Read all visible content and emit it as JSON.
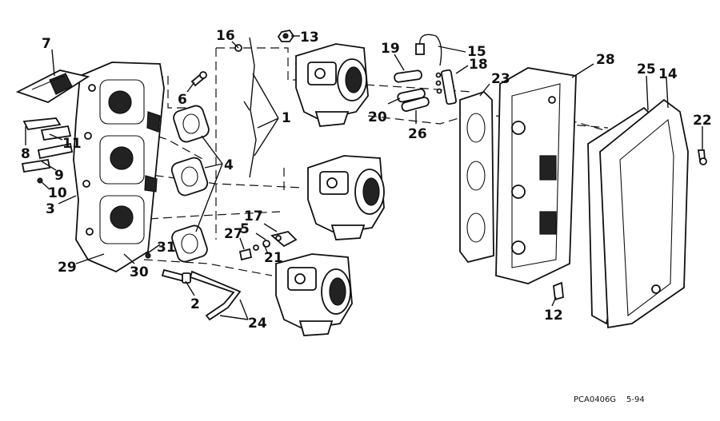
{
  "callouts": {
    "c1": "1",
    "c2": "2",
    "c3": "3",
    "c4": "4",
    "c5": "5",
    "c6": "6",
    "c7": "7",
    "c8": "8",
    "c9": "9",
    "c10": "10",
    "c11": "11",
    "c12": "12",
    "c13": "13",
    "c14": "14",
    "c15": "15",
    "c16": "16",
    "c17": "17",
    "c18": "18",
    "c19": "19",
    "c20": "20",
    "c21": "21",
    "c22": "22",
    "c23": "23",
    "c24": "24",
    "c25": "25",
    "c26": "26",
    "c27": "27",
    "c28": "28",
    "c29": "29",
    "c30": "30",
    "c31": "31"
  },
  "footer": {
    "code": "PCA0406G",
    "date": "5-94"
  }
}
